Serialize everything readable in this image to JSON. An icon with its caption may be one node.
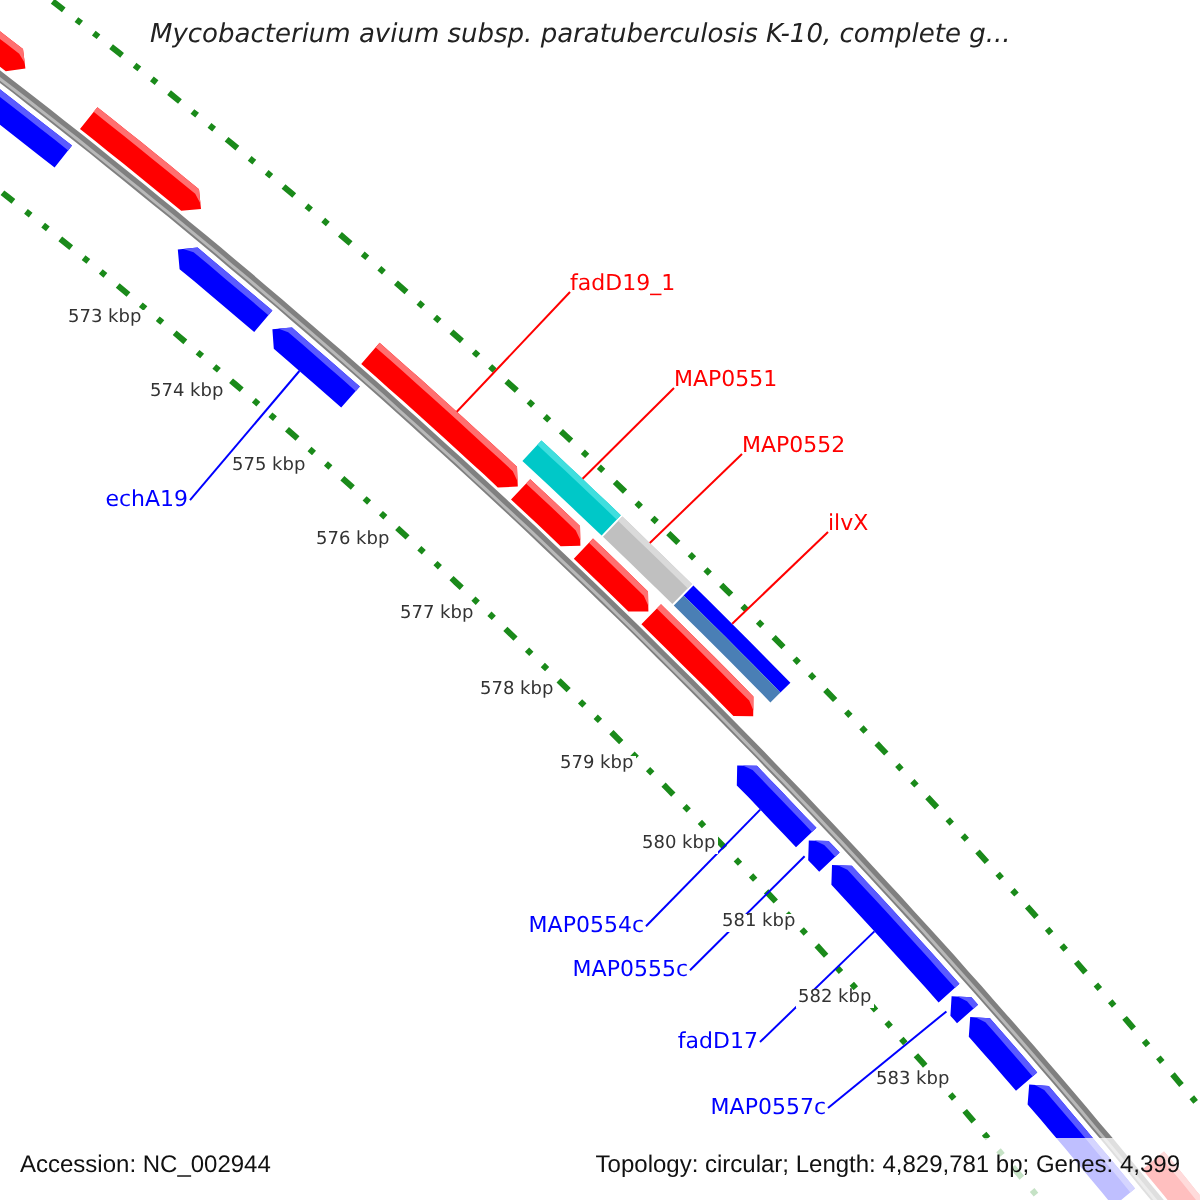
{
  "diagram": {
    "title": "Mycobacterium avium subsp. paratuberculosis K-10, complete g...",
    "nodes": [
      {
        "text": [
          "fadD19_1"
        ]
      },
      {
        "text": [
          "MAP0551"
        ]
      },
      {
        "text": [
          "MAP0552"
        ]
      },
      {
        "text": [
          "ilvX"
        ]
      },
      {
        "text": [
          "echA19"
        ]
      },
      {
        "text": [
          "MAP0554c"
        ]
      },
      {
        "text": [
          "MAP0555c"
        ]
      },
      {
        "text": [
          "fadD17"
        ]
      },
      {
        "text": [
          "MAP0557c"
        ]
      },
      {
        "text": [],
        "shape": "bar"
      },
      {
        "text": [],
        "shape": "bar"
      },
      {
        "text": [],
        "shape": "bar"
      },
      {
        "text": [],
        "shape": "bar"
      },
      {
        "text": [],
        "shape": "bar"
      },
      {
        "text": [],
        "shape": "bar"
      },
      {
        "text": [],
        "shape": "bar"
      },
      {
        "text": [],
        "shape": "bar"
      },
      {
        "text": [],
        "shape": "bar"
      },
      {
        "text": [],
        "shape": "bar"
      },
      {
        "text": [],
        "shape": "bar"
      },
      {
        "text": [],
        "shape": "bar"
      },
      {
        "text": [],
        "shape": "bar"
      },
      {
        "text": [],
        "shape": "bar"
      },
      {
        "text": [],
        "shape": "bar"
      },
      {
        "text": [],
        "shape": "bar"
      },
      {
        "text": [],
        "shape": "bar"
      },
      {
        "text": [],
        "shape": "bar"
      },
      {
        "text": [],
        "shape": "bar"
      }
    ],
    "edges": [
      {
        "from": 0,
        "to": 14,
        "arrow": "none",
        "color": "#ff0000"
      },
      {
        "from": 1,
        "to": 16,
        "arrow": "none",
        "color": "#ff0000"
      },
      {
        "from": 2,
        "to": 18,
        "arrow": "none",
        "color": "#ff0000"
      },
      {
        "from": 3,
        "to": 20,
        "arrow": "none",
        "color": "#ff0000"
      },
      {
        "from": 4,
        "to": 13,
        "arrow": "none"
      },
      {
        "from": 5,
        "to": 21,
        "arrow": "none"
      },
      {
        "from": 6,
        "to": 22,
        "arrow": "none"
      },
      {
        "from": 7,
        "to": 23,
        "arrow": "none"
      },
      {
        "from": 8,
        "to": 24,
        "arrow": "none"
      }
    ],
    "labels": [
      "573 kbp",
      "574 kbp",
      "575 kbp",
      "576 kbp",
      "577 kbp",
      "578 kbp",
      "579 kbp",
      "580 kbp",
      "581 kbp",
      "582 kbp",
      "583 kbp",
      "Accession: NC_002944",
      "Topology: circular; Length: 4,829,781 bp; Genes: 4,399"
    ]
  }
}
